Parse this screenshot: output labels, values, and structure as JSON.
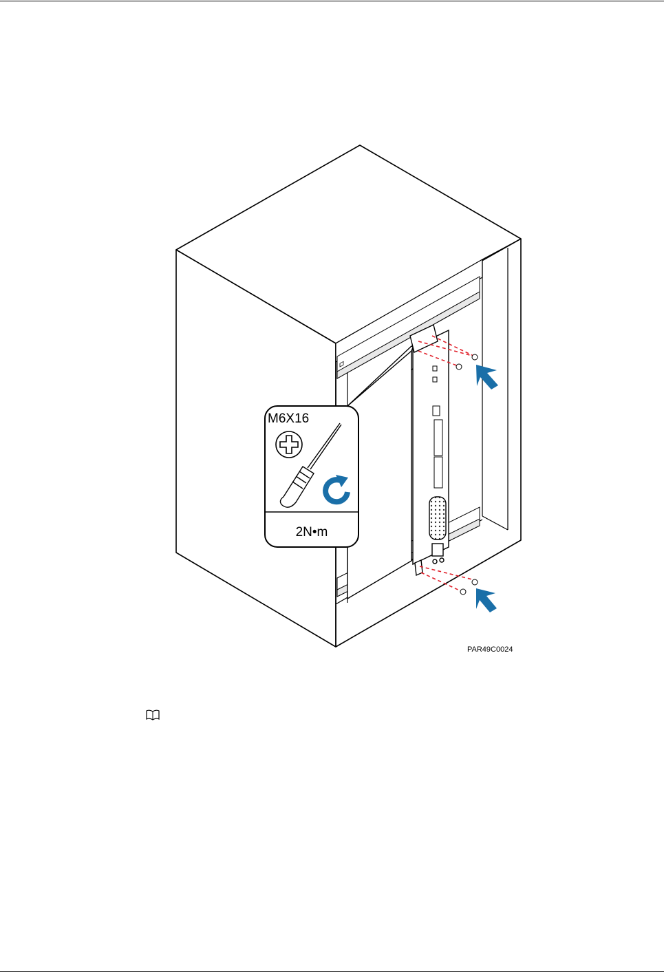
{
  "figure": {
    "screw_spec": "M6X16",
    "torque": "2N•m",
    "figure_id": "PAR49C0024",
    "icons": [
      "phillips-head-icon",
      "screwdriver-icon",
      "clockwise-arrow-icon",
      "push-arrow-icon",
      "note-book-icon"
    ]
  },
  "colors": {
    "arrow_blue": "#1a6fa8",
    "guide_red": "#e0202a",
    "line": "#000000"
  }
}
